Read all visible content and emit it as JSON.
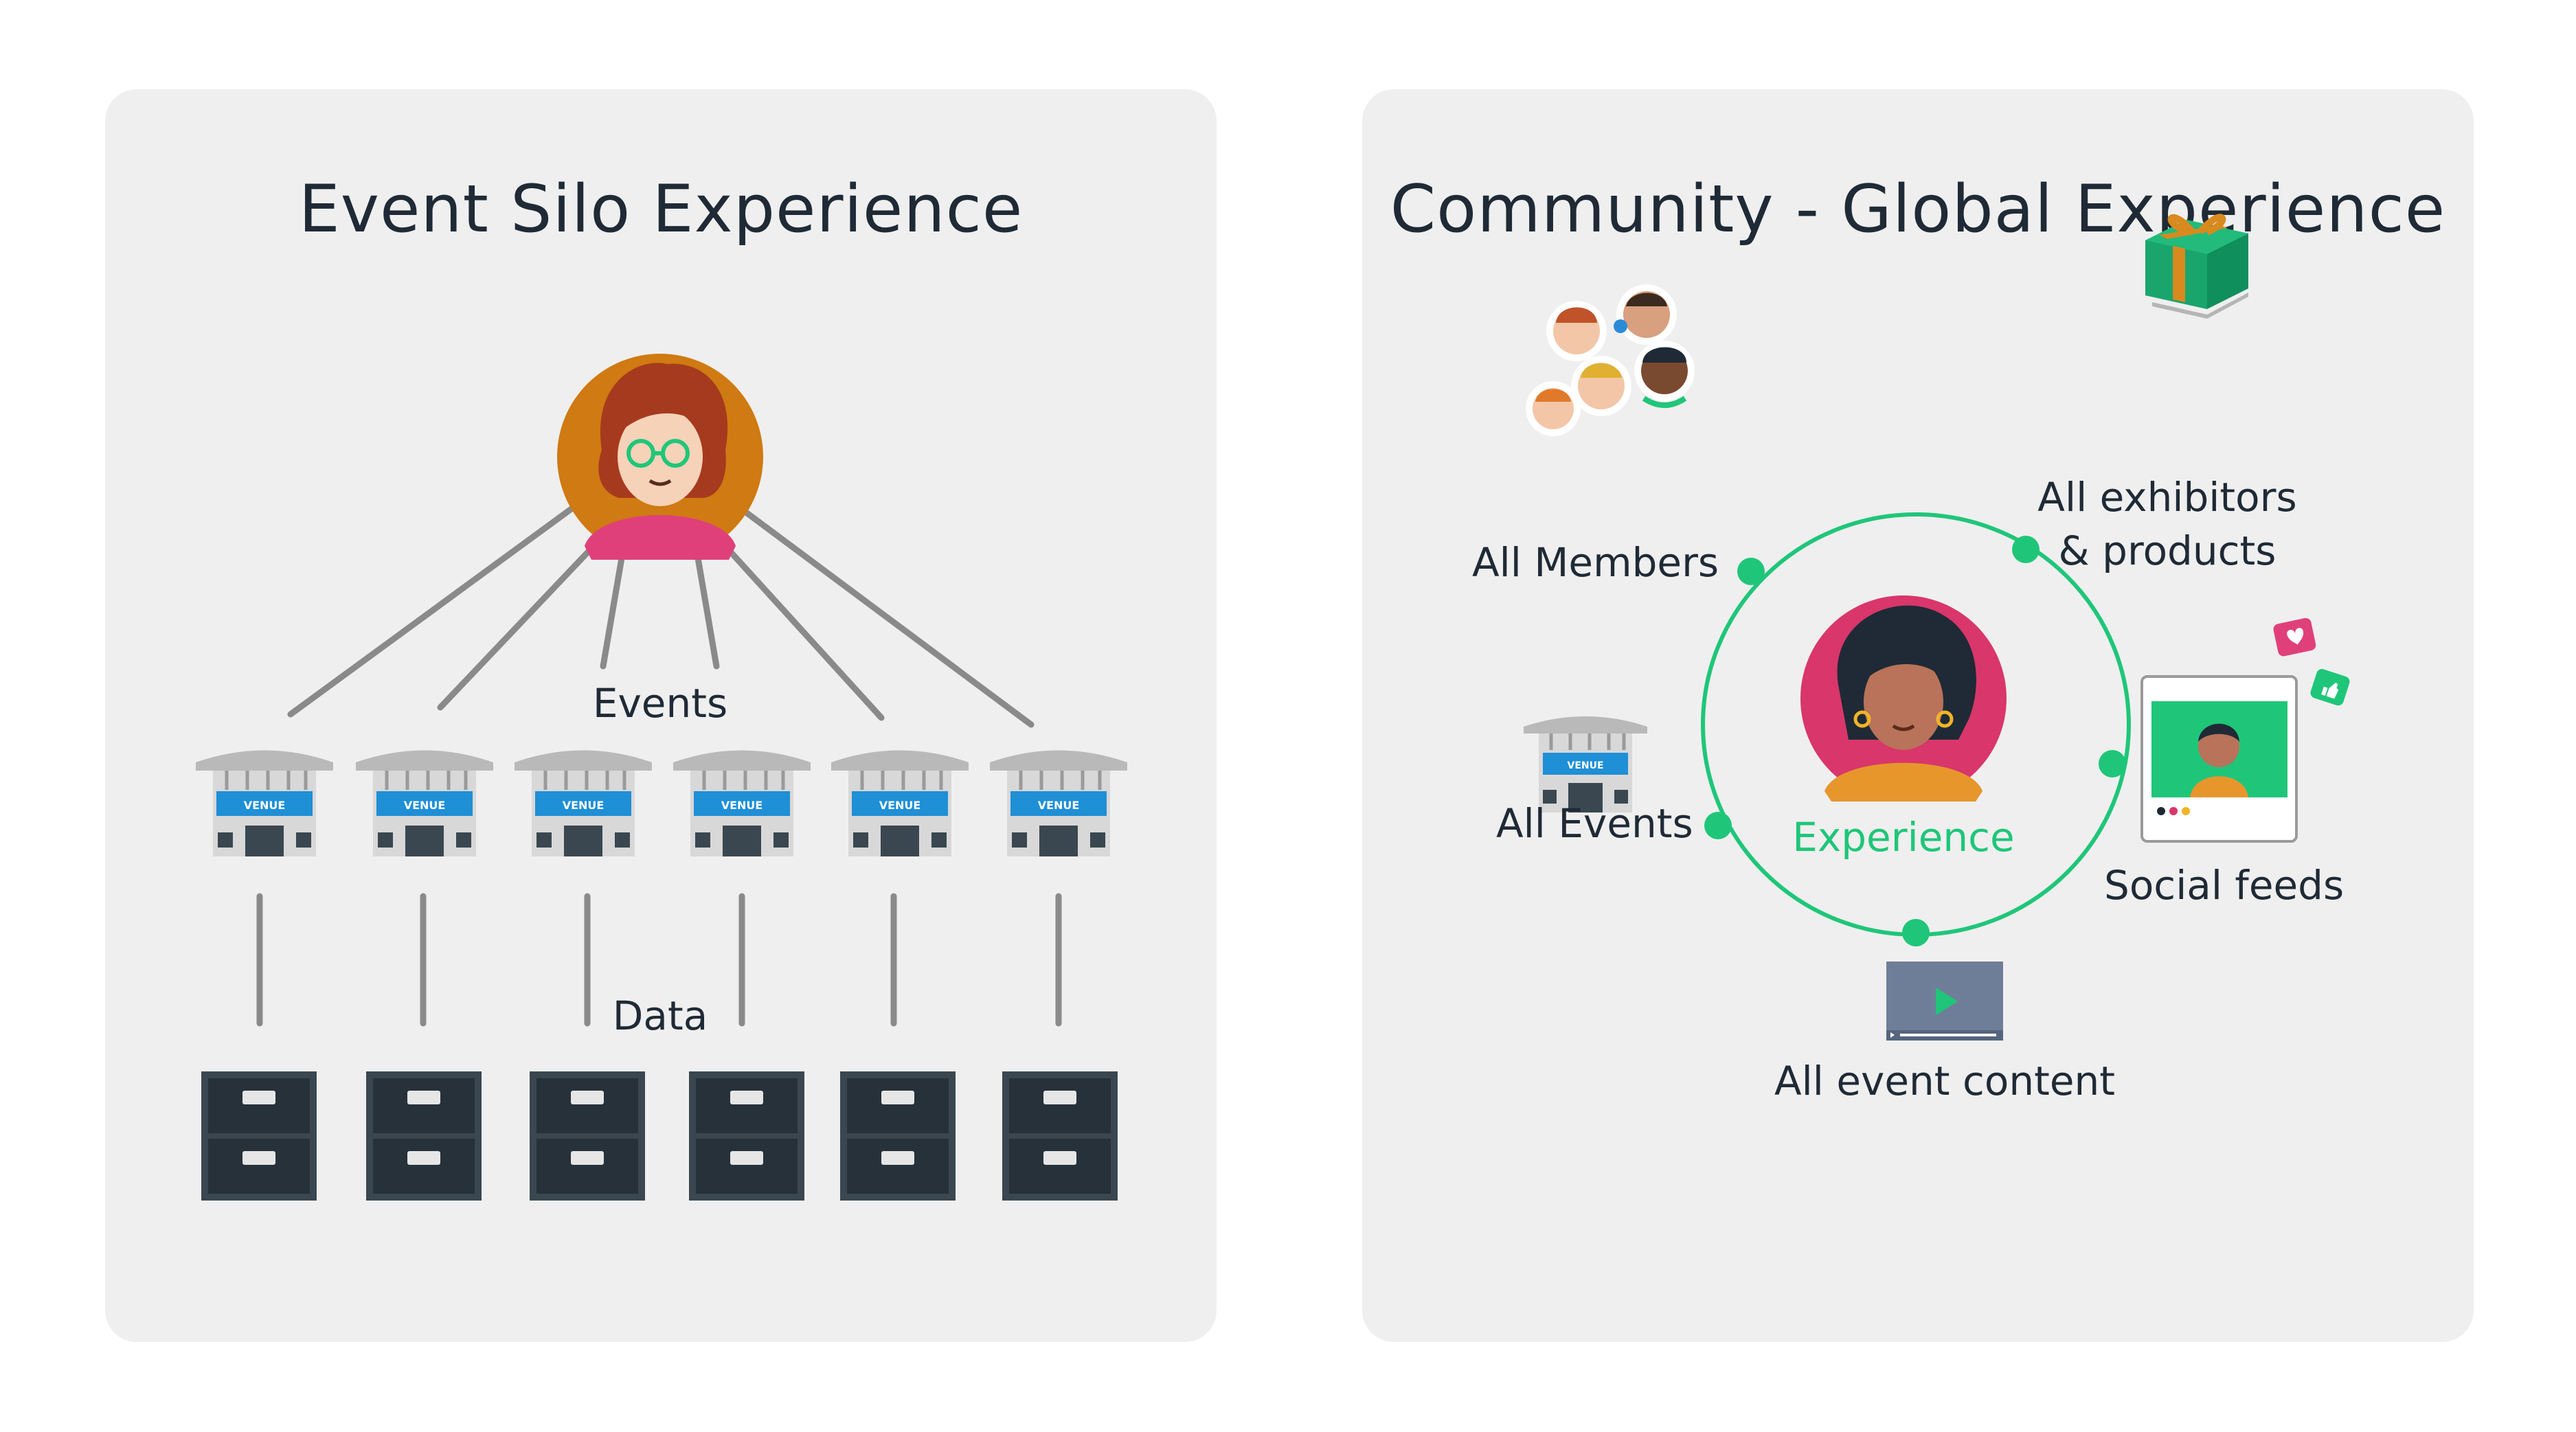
{
  "left_panel": {
    "title": "Event Silo Experience",
    "events_label": "Events",
    "data_label": "Data",
    "venue_label": "VENUE"
  },
  "right_panel": {
    "title": "Community - Global Experience",
    "center_label": "Experience",
    "members_label": "All Members",
    "exhibitors_label_line1": "All exhibitors",
    "exhibitors_label_line2": "& products",
    "events_label": "All Events",
    "social_label": "Social feeds",
    "content_label": "All event content",
    "venue_label": "VENUE"
  },
  "colors": {
    "panel_bg": "#efefef",
    "text": "#1f2a36",
    "accent_green": "#1fc679",
    "line_gray": "#8a8a8a",
    "venue_blue": "#1f8fd6",
    "cabinet": "#3a4750",
    "avatar_left": "#cf7a12",
    "avatar_right": "#d9366b"
  }
}
